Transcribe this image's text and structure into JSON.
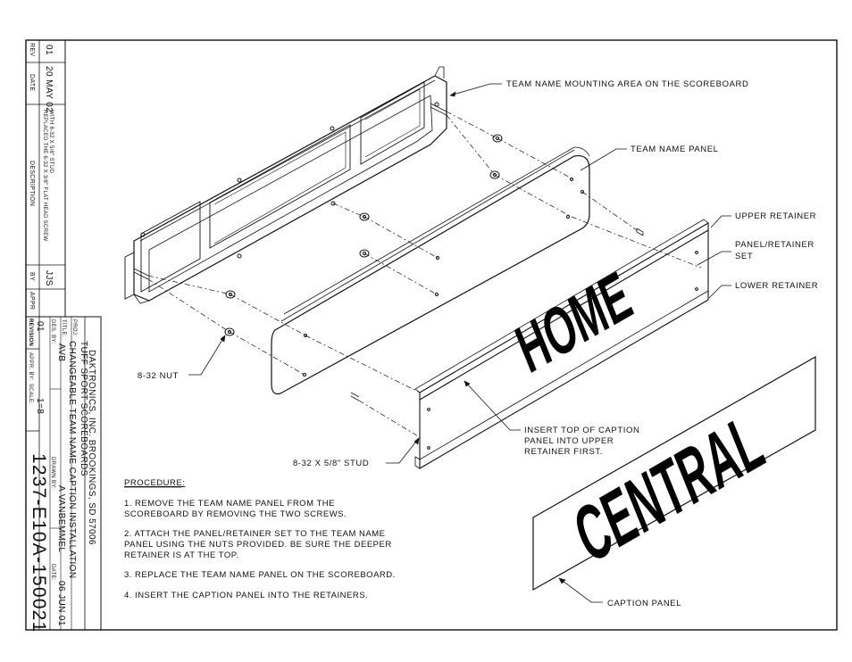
{
  "callouts": {
    "mounting_area": "TEAM NAME MOUNTING AREA ON THE SCOREBOARD",
    "team_name_panel": "TEAM NAME PANEL",
    "upper_retainer": "UPPER RETAINER",
    "panel_retainer_set_1": "PANEL/RETAINER",
    "panel_retainer_set_2": "SET",
    "lower_retainer": "LOWER RETAINER",
    "nut": "8-32 NUT",
    "stud": "8-32 X 5/8\" STUD",
    "insert_1": "INSERT TOP OF CAPTION",
    "insert_2": "PANEL INTO UPPER",
    "insert_3": "RETAINER FIRST.",
    "caption_panel": "CAPTION PANEL"
  },
  "captions": {
    "home": "HOME",
    "central": "CENTRAL"
  },
  "procedure": {
    "heading": "PROCEDURE:",
    "lines": [
      "1. REMOVE THE TEAM NAME PANEL FROM THE",
      "SCOREBOARD BY REMOVING THE TWO SCREWS.",
      "2. ATTACH THE PANEL/RETAINER SET TO THE TEAM NAME",
      "PANEL USING THE NUTS PROVIDED. BE SURE THE DEEPER",
      "RETAINER IS AT THE TOP.",
      "3. REPLACE THE TEAM NAME PANEL ON THE SCOREBOARD.",
      "4. INSERT THE CAPTION PANEL INTO THE RETAINERS."
    ]
  },
  "title_block": {
    "company": "DAKTRONICS, INC.  BROOKINGS, SD 57006",
    "proj_label": "PROJ:",
    "proj": "TUFF SPORT SCOREBOARDS",
    "title_label": "TITLE:",
    "title": "CHANGEABLE TEAM NAME CAPTION INSTALLATION",
    "des_label": "DES. BY:",
    "des": "AVB",
    "drawn_label": "DRAWN BY:",
    "drawn": "A VANBEMMEL",
    "date_label": "DATE:",
    "date": "06 JUN 01",
    "revision_label": "REVISION",
    "revision": "01",
    "appr_label": "APPR. BY:",
    "scale_label": "SCALE:",
    "scale": "1=8",
    "drawing_number": "1237-E10A-150021"
  },
  "revision_table": {
    "headers": {
      "rev": "REV",
      "date": "DATE",
      "description": "DESCRIPTION",
      "by": "BY",
      "appr": "APPR"
    },
    "row": {
      "rev": "01",
      "date": "20 MAY 02",
      "description_1": "REPLACED THE 6-32 X 3/8\" FLAT HEAD SCREW",
      "description_2": "WITH 8-32 X 5/8\" STUD",
      "by": "JJS"
    }
  }
}
